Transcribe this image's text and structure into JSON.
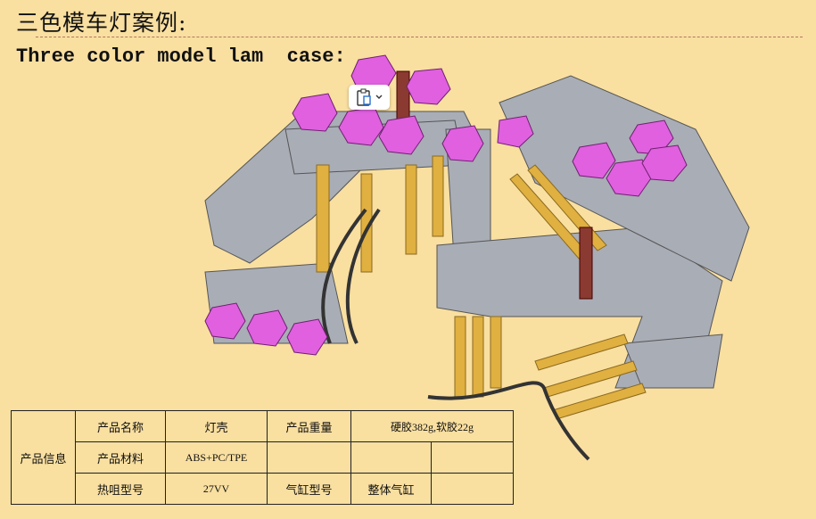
{
  "heading": {
    "zh": "三色模车灯案例:",
    "en": "Three color model lam  case:"
  },
  "copy_button": {
    "icon": "clipboard-icon",
    "dropdown_icon": "chevron-down-icon"
  },
  "colors": {
    "background": "#f9dfa0",
    "plate": "#a9adb6",
    "block": "#e060e0",
    "rod": "#e0b040"
  },
  "table": {
    "group_label": "产品信息",
    "rows": [
      [
        "产品名称",
        "灯壳",
        "产品重量",
        "硬胶382g,软胶22g"
      ],
      [
        "产品材料",
        "ABS+PC/TPE",
        "",
        "",
        ""
      ],
      [
        "热咀型号",
        "27VV",
        "气缸型号",
        "整体气缸",
        ""
      ]
    ]
  }
}
